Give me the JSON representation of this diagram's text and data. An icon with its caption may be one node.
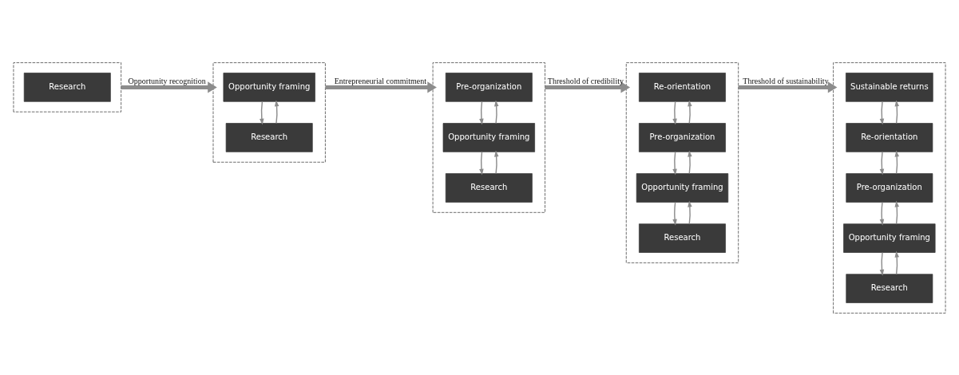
{
  "diagram": {
    "nodes": [
      {
        "text": [],
        "shape": "box"
      },
      {
        "text": [
          "Research"
        ],
        "in": 0
      },
      {
        "text": [],
        "shape": "box"
      },
      {
        "text": [
          "Opportunity framing"
        ],
        "in": 2
      },
      {
        "text": [
          "Research"
        ],
        "in": 2
      },
      {
        "text": [],
        "shape": "box"
      },
      {
        "text": [
          "Pre-organization"
        ],
        "in": 5
      },
      {
        "text": [
          "Opportunity framing"
        ],
        "in": 5
      },
      {
        "text": [
          "Research"
        ],
        "in": 5
      },
      {
        "text": [],
        "shape": "box"
      },
      {
        "text": [
          "Re-orientation"
        ],
        "in": 9
      },
      {
        "text": [
          "Pre-organization"
        ],
        "in": 9
      },
      {
        "text": [
          "Opportunity framing"
        ],
        "in": 9
      },
      {
        "text": [
          "Research"
        ],
        "in": 9
      },
      {
        "text": [],
        "shape": "box"
      },
      {
        "text": [
          "Sustainable returns"
        ],
        "in": 14
      },
      {
        "text": [
          "Re-orientation"
        ],
        "in": 14
      },
      {
        "text": [
          "Pre-organization"
        ],
        "in": 14
      },
      {
        "text": [
          "Opportunity framing"
        ],
        "in": 14
      },
      {
        "text": [
          "Research"
        ],
        "in": 14
      }
    ],
    "edges": [
      {
        "from": 0,
        "to": 2,
        "arrow": "to",
        "label": "Opportunity recognition",
        "style": "thick"
      },
      {
        "from": 3,
        "to": 4,
        "arrow": "to"
      },
      {
        "from": 4,
        "to": 3,
        "arrow": "to"
      },
      {
        "from": 2,
        "to": 5,
        "arrow": "to",
        "label": "Entrepreneurial commitment",
        "style": "thick"
      },
      {
        "from": 6,
        "to": 7,
        "arrow": "to"
      },
      {
        "from": 7,
        "to": 6,
        "arrow": "to"
      },
      {
        "from": 7,
        "to": 8,
        "arrow": "to"
      },
      {
        "from": 8,
        "to": 7,
        "arrow": "to"
      },
      {
        "from": 5,
        "to": 9,
        "arrow": "to",
        "label": "Threshold of credibility",
        "style": "thick"
      },
      {
        "from": 10,
        "to": 11,
        "arrow": "to"
      },
      {
        "from": 11,
        "to": 10,
        "arrow": "to"
      },
      {
        "from": 11,
        "to": 12,
        "arrow": "to"
      },
      {
        "from": 12,
        "to": 11,
        "arrow": "to"
      },
      {
        "from": 12,
        "to": 13,
        "arrow": "to"
      },
      {
        "from": 13,
        "to": 12,
        "arrow": "to"
      },
      {
        "from": 9,
        "to": 14,
        "arrow": "to",
        "label": "Threshold of sustainability",
        "style": "thick"
      },
      {
        "from": 15,
        "to": 16,
        "arrow": "to"
      },
      {
        "from": 16,
        "to": 15,
        "arrow": "to"
      },
      {
        "from": 16,
        "to": 17,
        "arrow": "to"
      },
      {
        "from": 17,
        "to": 16,
        "arrow": "to"
      },
      {
        "from": 17,
        "to": 18,
        "arrow": "to"
      },
      {
        "from": 18,
        "to": 17,
        "arrow": "to"
      },
      {
        "from": 18,
        "to": 19,
        "arrow": "to"
      },
      {
        "from": 19,
        "to": 18,
        "arrow": "to"
      }
    ]
  }
}
